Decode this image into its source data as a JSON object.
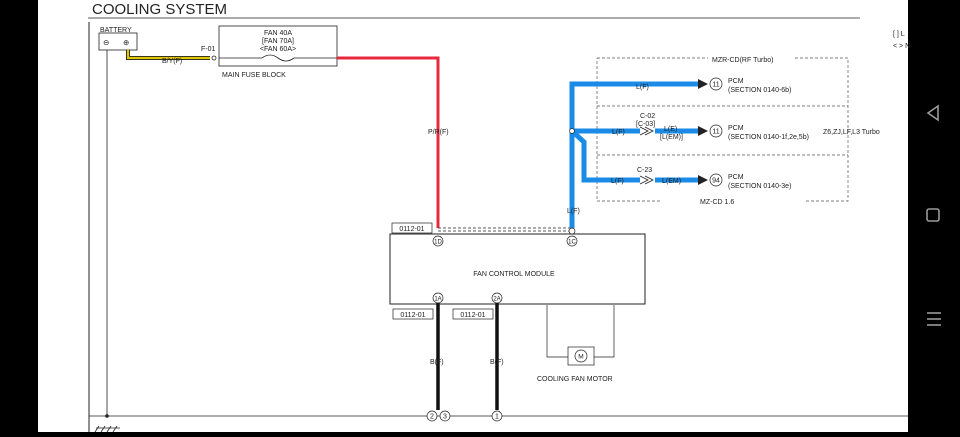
{
  "diagram": {
    "title": "COOLING SYSTEM",
    "corner_top": "[ ] L",
    "corner_bottom": "< > N",
    "battery": {
      "label": "BATTERY",
      "minus": "⊖",
      "plus": "⊕"
    },
    "fuse_block": {
      "fuse_text_1": "FAN 40A",
      "fuse_text_2": "[FAN 70A]",
      "fuse_text_3": "<FAN 60A>",
      "label": "MAIN FUSE BLOCK",
      "connector": "F-01"
    },
    "wires": {
      "battery_wire": "B/Y(F)",
      "red_wire": "P/R(F)",
      "blue_main": "L(F)",
      "ground_wire_1": "B(F)",
      "ground_wire_2": "B(F)"
    },
    "zone_top": "MZR-CD(RF Turbo)",
    "zone_bottom": "MZ-CD 1.6",
    "engine_note": "Z6,ZJ,LF,L3 Turbo",
    "branches": [
      {
        "wire": "L(F)",
        "num": "11",
        "dest": "PCM",
        "section": "(SECTION 0140-6b)"
      },
      {
        "connector": "C-02",
        "connector_alt": "[C-03]",
        "wire_in": "L(F)",
        "wire_out": "L(E)",
        "wire_out_alt": "[L(EM)]",
        "num": "11",
        "dest": "PCM",
        "section": "(SECTION 0140-1f,2e,5b)"
      },
      {
        "connector": "C-23",
        "wire_in": "L(F)",
        "wire_out": "L(EM)",
        "num": "94",
        "dest": "PCM",
        "section": "(SECTION 0140-3e)"
      }
    ],
    "module": {
      "name": "FAN CONTROL MODULE",
      "connector_left": "0112-01",
      "pin_1d": "1D",
      "pin_1c": "1C",
      "pin_1a": "1A",
      "pin_2a": "2A",
      "conn_bottom_left": "0112-01",
      "conn_bottom_right": "0112-01"
    },
    "motor": {
      "label": "COOLING FAN MOTOR",
      "symbol": "M"
    },
    "ground_nodes": {
      "n2": "2",
      "n3": "3",
      "n1": "1"
    }
  },
  "colors": {
    "background": "#ffffff",
    "outside": "#000000",
    "red_wire": "#e8283c",
    "blue_wire": "#1a8be6",
    "yellow_wire": "#e0c800",
    "line": "#222222"
  },
  "android_nav": {
    "back": "back-icon",
    "home": "home-icon",
    "menu": "menu-icon"
  }
}
